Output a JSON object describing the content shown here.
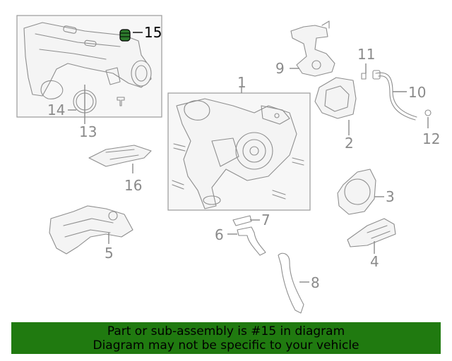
{
  "colors": {
    "banner_bg": "#207a10",
    "banner_text": "#000000",
    "line_art": "#8e8e8e",
    "highlight": "#000000",
    "highlight_part": "#1f6b1f"
  },
  "callouts": {
    "c1": "1",
    "c2": "2",
    "c3": "3",
    "c4": "4",
    "c5": "5",
    "c6": "6",
    "c7": "7",
    "c8": "8",
    "c9": "9",
    "c10": "10",
    "c11": "11",
    "c12": "12",
    "c13": "13",
    "c14": "14",
    "c15": "15",
    "c16": "16"
  },
  "highlighted_part": "15",
  "banner": {
    "line1": "Part or sub-assembly is #15 in diagram",
    "line2": "Diagram may not be specific to your vehicle"
  }
}
